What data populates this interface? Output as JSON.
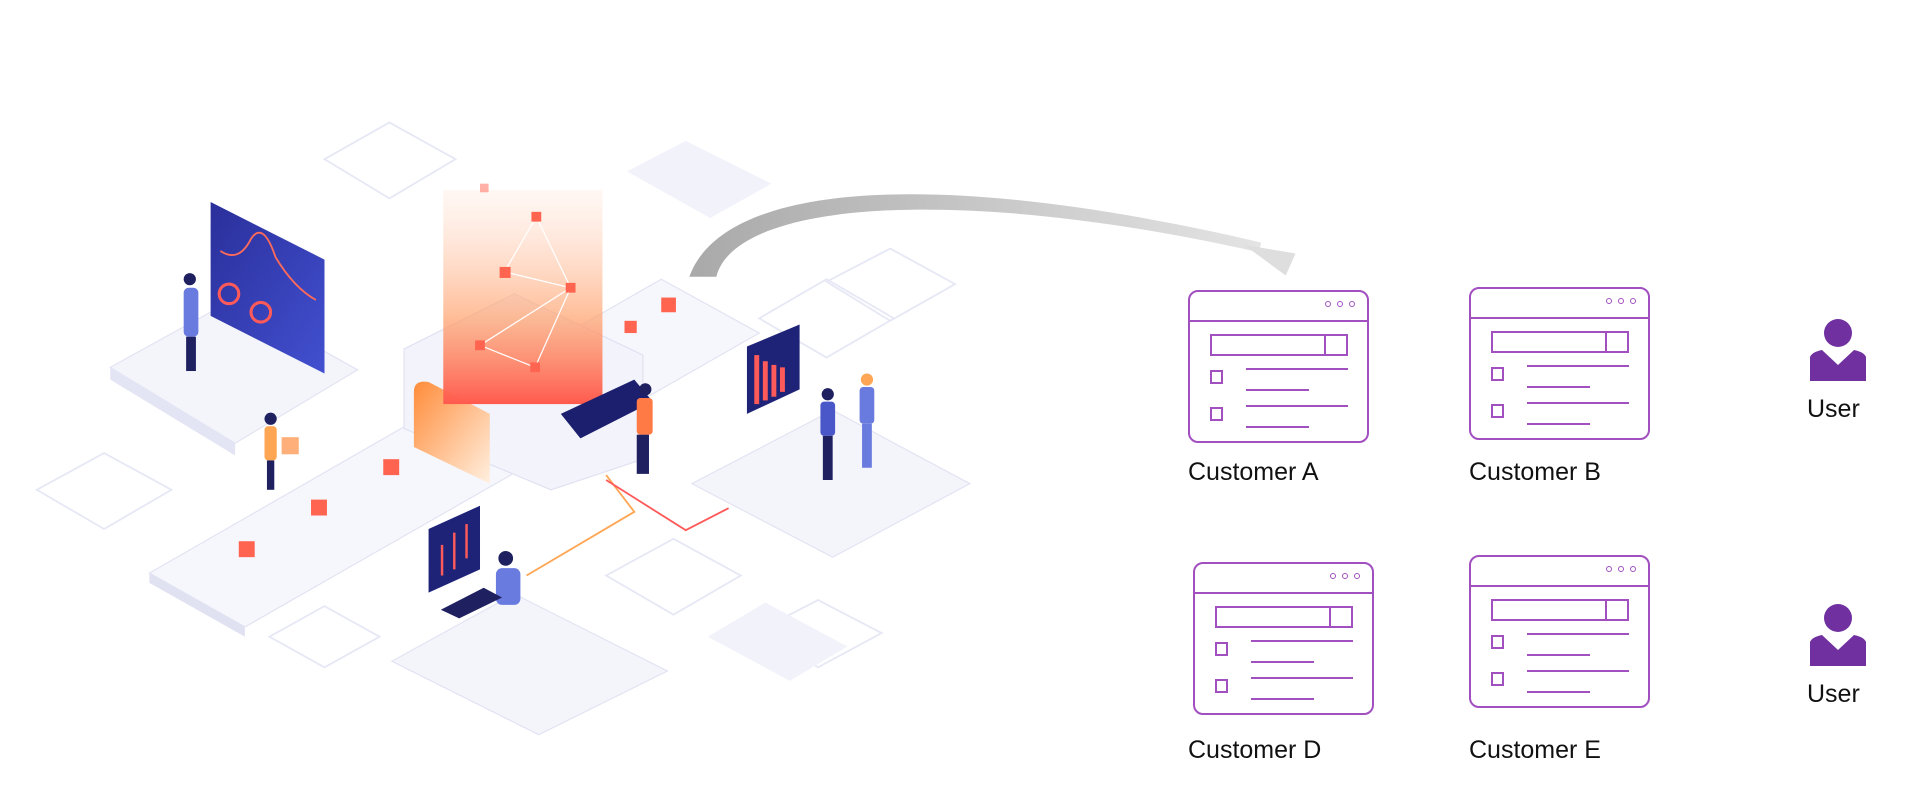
{
  "customers": [
    {
      "label": "Customer A"
    },
    {
      "label": "Customer B"
    },
    {
      "label": "Customer D"
    },
    {
      "label": "Customer E"
    }
  ],
  "users": [
    {
      "label": "User"
    },
    {
      "label": "User"
    }
  ],
  "colors": {
    "accent_purple": "#a24fc0",
    "user_icon": "#7030a0",
    "arrow": "#b8b8b8",
    "screen_navy": "#2e35a8",
    "glow_orange": "#ff8a3d",
    "glow_red": "#ff4d5e"
  },
  "icons": {
    "window": "browser-window-icon",
    "user": "user-icon",
    "arrow": "curved-arrow"
  }
}
